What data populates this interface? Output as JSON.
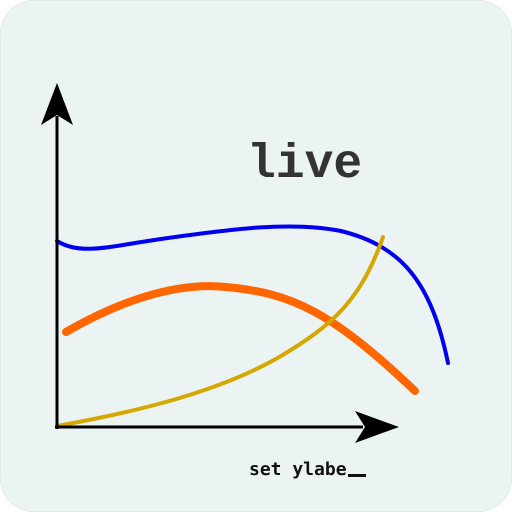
{
  "app": {
    "title": "live",
    "command": "set ylabe"
  },
  "chart_data": {
    "type": "line",
    "series": [
      {
        "color": "#0000ee"
      },
      {
        "color": "#ff6600"
      },
      {
        "color": "#d4a800"
      }
    ]
  },
  "colors": {
    "background": "#ebf3f3",
    "axis": "#000000",
    "text": "#333333"
  },
  "icons": {
    "cursor": "underscore-cursor-icon",
    "x_arrow": "arrow-right-icon",
    "y_arrow": "arrow-up-icon"
  }
}
